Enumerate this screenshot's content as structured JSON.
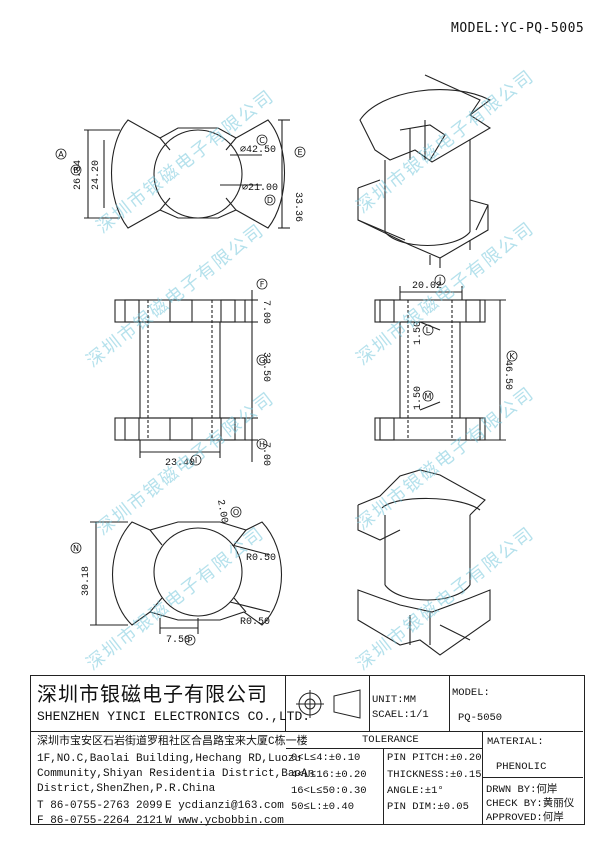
{
  "model_top": "MODEL:YC-PQ-5005",
  "watermark": "深圳市银磁电子有限公司",
  "dimensions": {
    "top_view": {
      "d1": "26.34",
      "d2": "24.20",
      "d3": "33.36",
      "dia1": "⌀42.50",
      "dia2": "⌀21.00",
      "A": "A",
      "B": "B",
      "C": "C",
      "D": "D",
      "E": "E"
    },
    "front_view": {
      "d1": "7.00",
      "d2": "32.50",
      "d3": "7.00",
      "d4": "23.40",
      "F": "F",
      "G": "G",
      "H": "H",
      "I": "I"
    },
    "side_view": {
      "d1": "20.02",
      "d2": "1.50",
      "d3": "1.50",
      "d4": "46.50",
      "J": "J",
      "L": "L",
      "M": "M",
      "K": "K"
    },
    "bottom_view": {
      "d1": "30.18",
      "d2": "2.00",
      "d3": "R0.50",
      "d4": "R0.50",
      "d5": "7.50",
      "N": "N",
      "O": "O",
      "P": "P"
    }
  },
  "title_block": {
    "company_cn": "深圳市银磁电子有限公司",
    "company_en": "SHENZHEN YINCI ELECTRONICS CO.,LTD.",
    "address_cn": "深圳市宝安区石岩街道罗租社区合昌路宝来大厦C栋一楼",
    "address_en1": "1F,NO.C,Baolai Building,Hechang RD,Luozu",
    "address_en2": "Community,Shiyan Residentia District,BaoAn",
    "address_en3": "District,ShenZhen,P.R.China",
    "tel": "T 86-0755-2763 2099",
    "fax": "F 86-0755-2264 2121",
    "email": "E ycdianzi@163.com",
    "web": "W www.ycbobbin.com",
    "unit": "UNIT:MM",
    "scale": "SCAEL:1/1",
    "model_label": "MODEL:",
    "model_value": "PQ-5050",
    "tolerance_title": "TOLERANCE",
    "tol_left": [
      "0<L≤4:±0.10",
      "4<L≤16:±0.20",
      "16<L≤50:0.30",
      "50≤L:±0.40"
    ],
    "tol_right": [
      "PIN PITCH:±0.20",
      "THICKNESS:±0.15",
      "ANGLE:±1°",
      "PIN DIM:±0.05"
    ],
    "material_label": "MATERIAL:",
    "material_value": "PHENOLIC",
    "drawn": "DRWN BY:何岸",
    "check": "CHECK BY:黄丽仪",
    "approved": "APPROVED:何岸"
  }
}
